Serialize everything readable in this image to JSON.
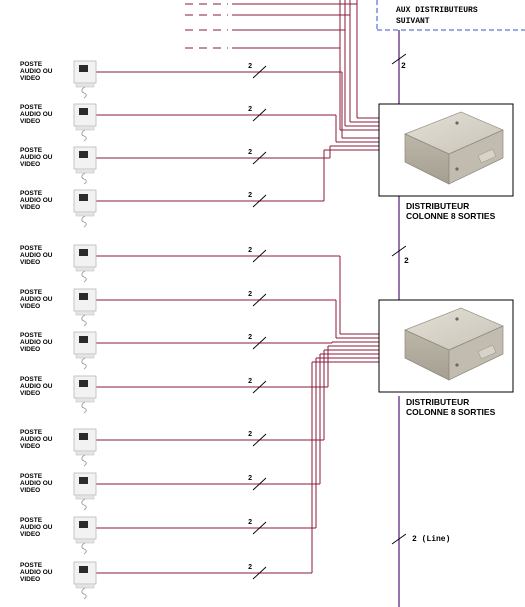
{
  "colors": {
    "wire": "#8b1a3a",
    "bus": "#6a3a8a",
    "note_border": "#3355cc",
    "ink": "#000000"
  },
  "top_note": {
    "line1": "AUX DISTRIBUTEURS",
    "line2": "SUIVANT"
  },
  "stations": [
    {
      "label1": "POSTE",
      "label2": "AUDIO OU",
      "label3": "VIDEO",
      "wire_count": "2"
    },
    {
      "label1": "POSTE",
      "label2": "AUDIO OU",
      "label3": "VIDEO",
      "wire_count": "2"
    },
    {
      "label1": "POSTE",
      "label2": "AUDIO OU",
      "label3": "VIDEO",
      "wire_count": "2"
    },
    {
      "label1": "POSTE",
      "label2": "AUDIO OU",
      "label3": "VIDEO",
      "wire_count": "2"
    },
    {
      "label1": "POSTE",
      "label2": "AUDIO OU",
      "label3": "VIDEO",
      "wire_count": "2"
    },
    {
      "label1": "POSTE",
      "label2": "AUDIO OU",
      "label3": "VIDEO",
      "wire_count": "2"
    },
    {
      "label1": "POSTE",
      "label2": "AUDIO OU",
      "label3": "VIDEO",
      "wire_count": "2"
    },
    {
      "label1": "POSTE",
      "label2": "AUDIO OU",
      "label3": "VIDEO",
      "wire_count": "2"
    },
    {
      "label1": "POSTE",
      "label2": "AUDIO OU",
      "label3": "VIDEO",
      "wire_count": "2"
    },
    {
      "label1": "POSTE",
      "label2": "AUDIO OU",
      "label3": "VIDEO",
      "wire_count": "2"
    },
    {
      "label1": "POSTE",
      "label2": "AUDIO OU",
      "label3": "VIDEO",
      "wire_count": "2"
    },
    {
      "label1": "POSTE",
      "label2": "AUDIO OU",
      "label3": "VIDEO",
      "wire_count": "2"
    }
  ],
  "distributors": [
    {
      "label1": "DISTRIBUTEUR",
      "label2": "COLONNE 8 SORTIES"
    },
    {
      "label1": "DISTRIBUTEUR",
      "label2": "COLONNE 8 SORTIES"
    }
  ],
  "bus_labels": {
    "top": "2",
    "middle": "2",
    "bottom": "2 (Line)"
  }
}
